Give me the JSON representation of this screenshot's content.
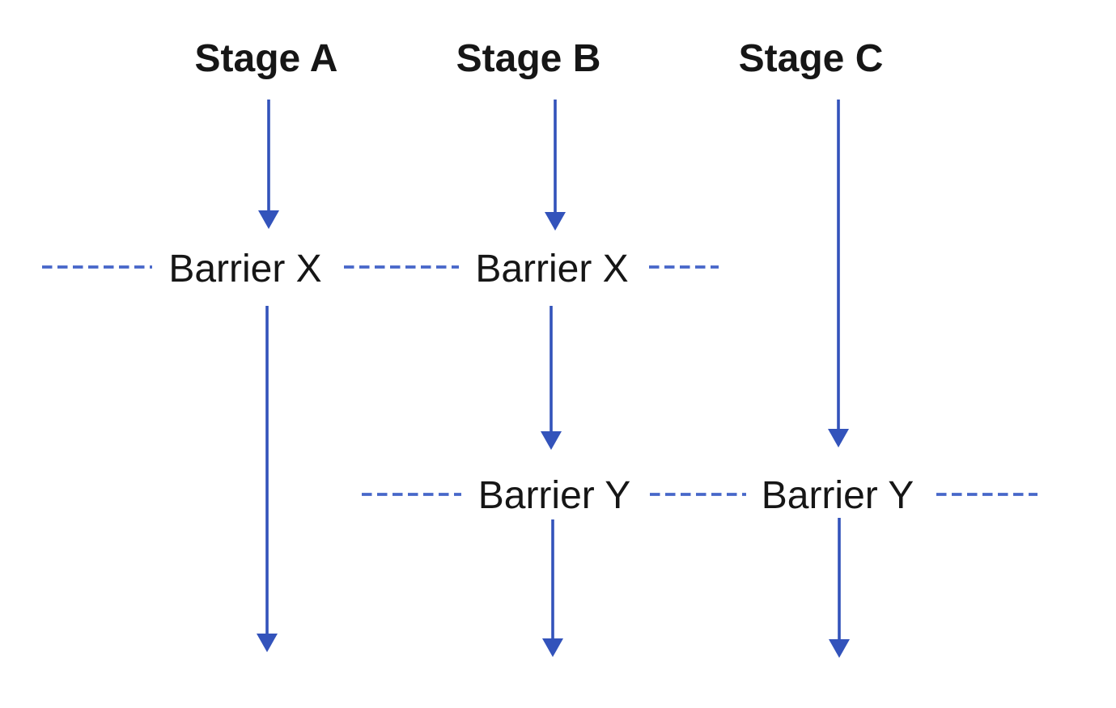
{
  "diagram": {
    "stage_labels": [
      "Stage A",
      "Stage B",
      "Stage C"
    ],
    "barrier_x_labels": [
      "Barrier X",
      "Barrier X"
    ],
    "barrier_y_labels": [
      "Barrier Y",
      "Barrier Y"
    ],
    "colors": {
      "background": "#ffffff",
      "label_text": "#161616",
      "arrow": "#3353bb",
      "dash": "#4767c9"
    }
  }
}
